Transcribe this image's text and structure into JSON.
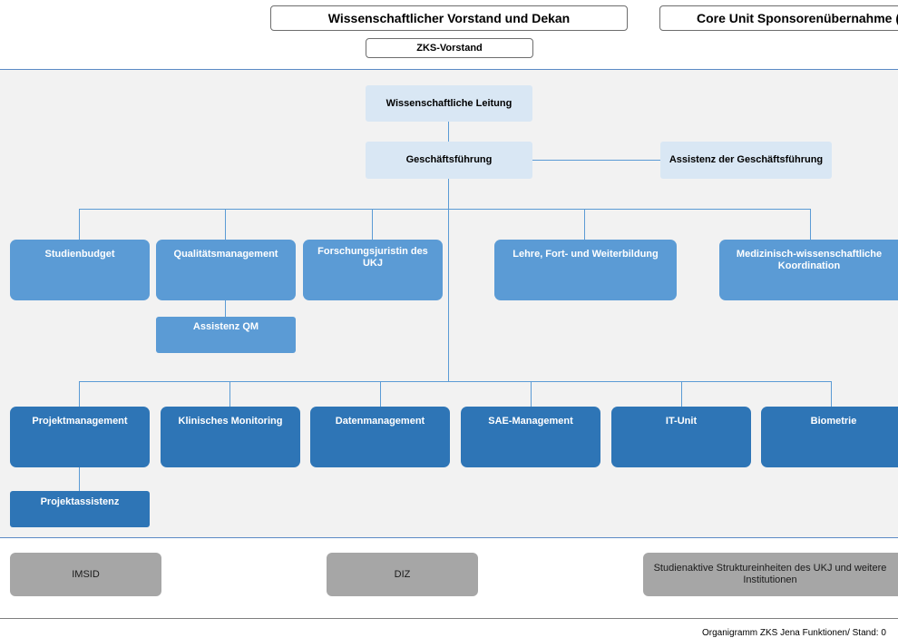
{
  "top": {
    "board": "Wissenschaftlicher Vorstand und Dekan",
    "core_unit": "Core Unit Sponsorenübernahme (CU",
    "zks_board": "ZKS-Vorstand"
  },
  "leadership": {
    "scientific_lead": "Wissenschaftliche Leitung",
    "management": "Geschäftsführung",
    "management_assistant": "Assistenz der Geschäftsführung"
  },
  "functions": [
    {
      "label": "Studienbudget"
    },
    {
      "label": "Qualitätsmanagement"
    },
    {
      "label": "Forschungsjuristin des UKJ"
    },
    {
      "label": "Lehre, Fort- und Weiterbildung"
    },
    {
      "label": "Medizinisch-wissenschaftliche Koordination"
    }
  ],
  "function_sub": {
    "label": "Assistenz QM"
  },
  "operations": [
    {
      "label": "Projektmanagement"
    },
    {
      "label": "Klinisches Monitoring"
    },
    {
      "label": "Datenmanagement"
    },
    {
      "label": "SAE-Management"
    },
    {
      "label": "IT-Unit"
    },
    {
      "label": "Biometrie"
    }
  ],
  "operations_sub": {
    "label": "Projektassistenz"
  },
  "institutions": [
    {
      "label": "IMSID"
    },
    {
      "label": "DIZ"
    },
    {
      "label": "Studienaktive Struktureinheiten des UKJ und weitere Institutionen"
    }
  ],
  "footer": "Organigramm ZKS Jena  Funktionen/ Stand: 0"
}
